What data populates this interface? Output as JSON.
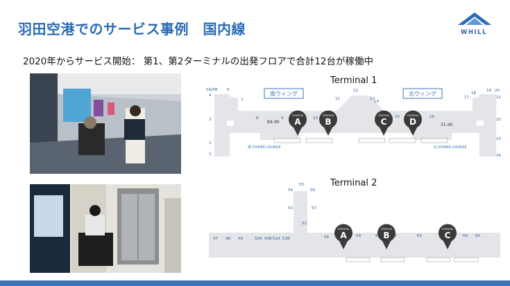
{
  "slide": {
    "title": "羽田空港でのサービス事例　国内線",
    "subtitle": "2020年からサービス開始：  第1、第2ターミナルの出発フロアで合計12台が稼働中",
    "logo_text": "WHILL",
    "colors": {
      "title": "#2a6cb4",
      "bar": "#3a73b7",
      "map_floor": "#e3e5e8",
      "pin": "#3a3a3a"
    }
  },
  "terminal1": {
    "label": "Terminal 1",
    "wing_south": "南ウィング",
    "wing_north": "北ウィング",
    "gate_range_left": "B4-90",
    "gate_range_right": "31-40",
    "lounge_south": "南 POWER LOUNGE",
    "lounge_north": "北 POWER LOUNGE",
    "gates": [
      "5A/5B",
      "6",
      "7",
      "4",
      "3",
      "2",
      "1",
      "8",
      "9",
      "10",
      "11",
      "12",
      "13",
      "14",
      "15",
      "16",
      "17",
      "18",
      "19",
      "20",
      "21",
      "22",
      "23",
      "24"
    ],
    "stations": [
      {
        "letter": "A",
        "caption": "STATION"
      },
      {
        "letter": "B",
        "caption": "STATION"
      },
      {
        "letter": "C",
        "caption": "STATION"
      },
      {
        "letter": "D",
        "caption": "STATION"
      }
    ]
  },
  "terminal2": {
    "label": "Terminal 2",
    "gates": [
      "55",
      "54",
      "56",
      "53",
      "57",
      "52",
      "47",
      "48",
      "49",
      "50A",
      "50B",
      "51A",
      "51B",
      "58",
      "59",
      "60",
      "61",
      "62",
      "63",
      "64",
      "65"
    ],
    "stations": [
      {
        "letter": "A",
        "caption": "STATION"
      },
      {
        "letter": "B",
        "caption": "STATION"
      },
      {
        "letter": "C",
        "caption": "STATION"
      }
    ]
  }
}
